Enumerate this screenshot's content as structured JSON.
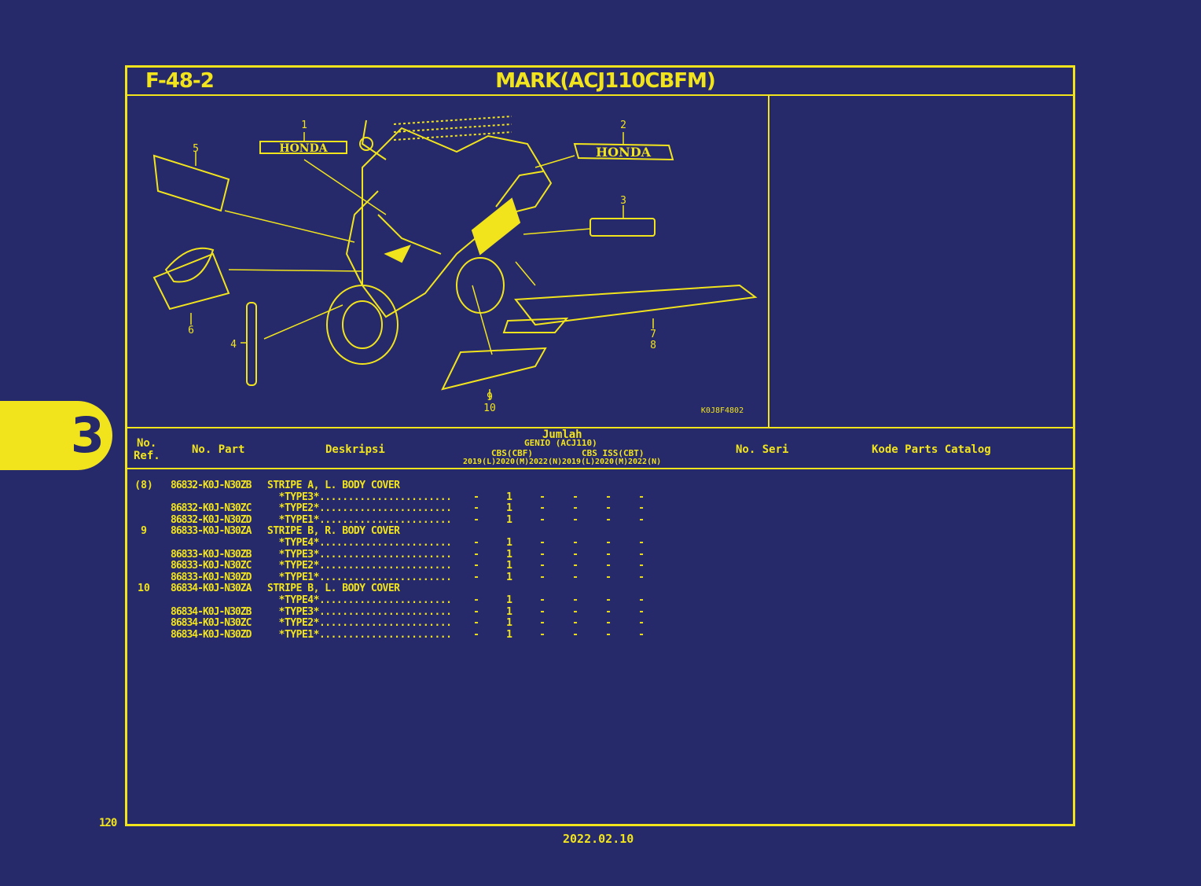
{
  "header": {
    "code": "F-48-2",
    "title": "MARK(ACJ110CBFM)"
  },
  "section_tab": "3",
  "diagram": {
    "image_code": "K0J8F4802",
    "brand_text": "HONDA",
    "callouts": [
      "1",
      "2",
      "3",
      "4",
      "5",
      "6",
      "7",
      "8",
      "9",
      "10"
    ]
  },
  "table_header": {
    "no_ref": [
      "No.",
      "Ref."
    ],
    "no_part": "No. Part",
    "deskripsi": "Deskripsi",
    "jumlah": "Jumlah",
    "model": "GENIO (ACJ110)",
    "group1": "CBS(CBF)",
    "group2": "CBS ISS(CBT)",
    "years": [
      "2019(L)",
      "2020(M)",
      "2022(N)",
      "2019(L)",
      "2020(M)",
      "2022(N)"
    ],
    "no_seri": "No. Seri",
    "kode": "Kode Parts Catalog"
  },
  "rows": [
    {
      "ref": "(8)",
      "part": "86832-K0J-N30ZB",
      "desc": "STRIPE A, L. BODY COVER",
      "q": [
        "",
        "",
        "",
        "",
        "",
        ""
      ]
    },
    {
      "ref": "",
      "part": "",
      "desc": "  *TYPE3*.......................",
      "q": [
        "-",
        "1",
        "-",
        "-",
        "-",
        "-"
      ]
    },
    {
      "ref": "",
      "part": "86832-K0J-N30ZC",
      "desc": "  *TYPE2*.......................",
      "q": [
        "-",
        "1",
        "-",
        "-",
        "-",
        "-"
      ]
    },
    {
      "ref": "",
      "part": "86832-K0J-N30ZD",
      "desc": "  *TYPE1*.......................",
      "q": [
        "-",
        "1",
        "-",
        "-",
        "-",
        "-"
      ]
    },
    {
      "ref": "9",
      "part": "86833-K0J-N30ZA",
      "desc": "STRIPE B, R. BODY COVER",
      "q": [
        "",
        "",
        "",
        "",
        "",
        ""
      ]
    },
    {
      "ref": "",
      "part": "",
      "desc": "  *TYPE4*.......................",
      "q": [
        "-",
        "1",
        "-",
        "-",
        "-",
        "-"
      ]
    },
    {
      "ref": "",
      "part": "86833-K0J-N30ZB",
      "desc": "  *TYPE3*.......................",
      "q": [
        "-",
        "1",
        "-",
        "-",
        "-",
        "-"
      ]
    },
    {
      "ref": "",
      "part": "86833-K0J-N30ZC",
      "desc": "  *TYPE2*.......................",
      "q": [
        "-",
        "1",
        "-",
        "-",
        "-",
        "-"
      ]
    },
    {
      "ref": "",
      "part": "86833-K0J-N30ZD",
      "desc": "  *TYPE1*.......................",
      "q": [
        "-",
        "1",
        "-",
        "-",
        "-",
        "-"
      ]
    },
    {
      "ref": "10",
      "part": "86834-K0J-N30ZA",
      "desc": "STRIPE B, L. BODY COVER",
      "q": [
        "",
        "",
        "",
        "",
        "",
        ""
      ]
    },
    {
      "ref": "",
      "part": "",
      "desc": "  *TYPE4*.......................",
      "q": [
        "-",
        "1",
        "-",
        "-",
        "-",
        "-"
      ]
    },
    {
      "ref": "",
      "part": "86834-K0J-N30ZB",
      "desc": "  *TYPE3*.......................",
      "q": [
        "-",
        "1",
        "-",
        "-",
        "-",
        "-"
      ]
    },
    {
      "ref": "",
      "part": "86834-K0J-N30ZC",
      "desc": "  *TYPE2*.......................",
      "q": [
        "-",
        "1",
        "-",
        "-",
        "-",
        "-"
      ]
    },
    {
      "ref": "",
      "part": "86834-K0J-N30ZD",
      "desc": "  *TYPE1*.......................",
      "q": [
        "-",
        "1",
        "-",
        "-",
        "-",
        "-"
      ]
    }
  ],
  "footer": {
    "page_number": "120",
    "date": "2022.02.10"
  }
}
